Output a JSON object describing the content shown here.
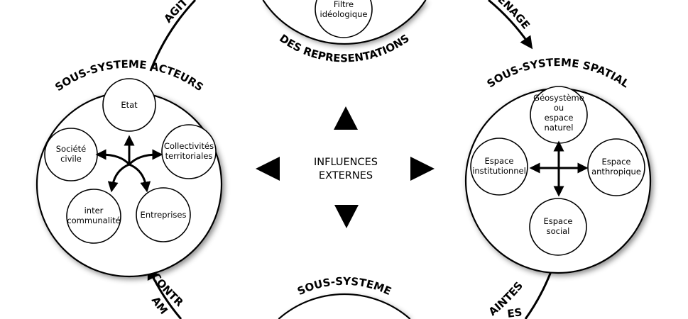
{
  "center": {
    "line1": "INFLUENCES",
    "line2": "EXTERNES"
  },
  "flows": {
    "top_left": "AGIT",
    "top_right": "ENAGE",
    "bottom_left_inner": "CONTR",
    "bottom_left_outer": "AM",
    "bottom_right_inner": "AINTES",
    "bottom_right_outer": "ES"
  },
  "representations": {
    "label": "DES REPRESENTATIONS",
    "filter": {
      "line1": "Filtre",
      "line2": "idéologique"
    }
  },
  "actors": {
    "label": "SOUS-SYSTEME ACTEURS",
    "items": [
      {
        "lines": [
          "Etat"
        ]
      },
      {
        "lines": [
          "Société",
          "civile"
        ]
      },
      {
        "lines": [
          "Collectivités",
          "territoriales"
        ]
      },
      {
        "lines": [
          "inter",
          "communalité"
        ]
      },
      {
        "lines": [
          "Entreprises"
        ]
      }
    ]
  },
  "spatial": {
    "label": "SOUS-SYSTEME SPATIAL",
    "items": [
      {
        "lines": [
          "Géosystème",
          "ou",
          "espace",
          "naturel"
        ]
      },
      {
        "lines": [
          "Espace",
          "institutionnel"
        ]
      },
      {
        "lines": [
          "Espace",
          "anthropique"
        ]
      },
      {
        "lines": [
          "Espace",
          "social"
        ]
      }
    ]
  },
  "bottom": {
    "label": "SOUS-SYSTEME"
  }
}
